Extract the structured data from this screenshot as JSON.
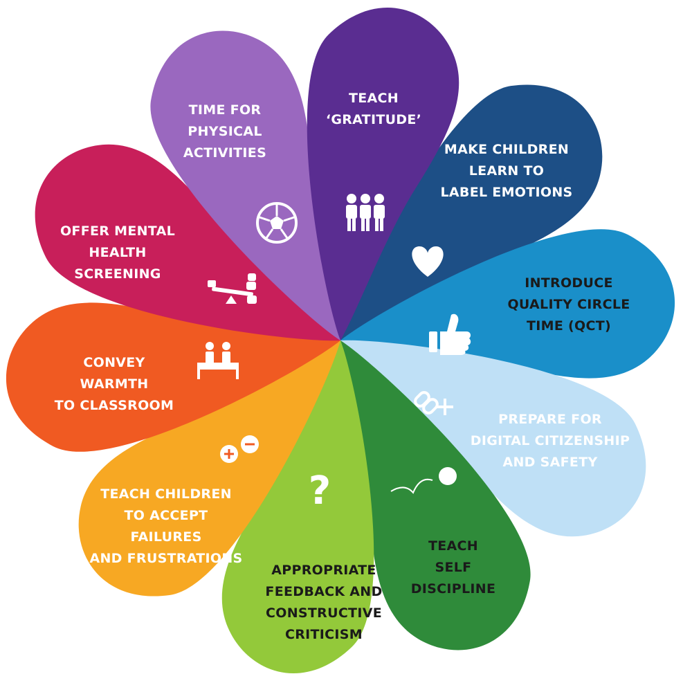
{
  "petals": [
    {
      "id": "gratitude",
      "lines": [
        "TEACH",
        "‘GRATITUDE’"
      ],
      "color": "#1d4f86",
      "text_color": "#ffffff",
      "icon": "three-people-icon"
    },
    {
      "id": "label-emotions",
      "lines": [
        "MAKE CHILDREN",
        "LEARN TO",
        "LABEL EMOTIONS"
      ],
      "color": "#1a8fc9",
      "text_color": "#ffffff",
      "icon": "heart-icon"
    },
    {
      "id": "circle-time",
      "lines": [
        "INTRODUCE",
        "QUALITY CIRCLE",
        "TIME (QCT)"
      ],
      "color": "#bfe0f6",
      "text_color": "#1a1a1a",
      "icon": "thumbs-up-icon"
    },
    {
      "id": "digital-citizenship",
      "lines": [
        "PREPARE FOR",
        "DIGITAL CITIZENSHIP",
        "AND SAFETY"
      ],
      "color": "#2f8b3a",
      "text_color": "#ffffff",
      "icon": "link-plus-icon"
    },
    {
      "id": "self-discipline",
      "lines": [
        "TEACH",
        "SELF",
        "DISCIPLINE"
      ],
      "color": "#93c93a",
      "text_color": "#1a1a1a",
      "icon": "ball-trajectory-icon"
    },
    {
      "id": "feedback",
      "lines": [
        "APPROPRIATE",
        "FEEDBACK AND",
        "CONSTRUCTIVE",
        "CRITICISM"
      ],
      "color": "#f7a823",
      "text_color": "#1a1a1a",
      "icon": "question-mark-icon"
    },
    {
      "id": "accept-failures",
      "lines": [
        "TEACH CHILDREN",
        "TO ACCEPT",
        "FAILURES",
        "AND FRUSTRATIONS"
      ],
      "color": "#f05a22",
      "text_color": "#ffffff",
      "icon": "plus-minus-icon"
    },
    {
      "id": "warmth",
      "lines": [
        "CONVEY",
        "WARMTH",
        "TO CLASSROOM"
      ],
      "color": "#c81f5a",
      "text_color": "#ffffff",
      "icon": "two-people-seated-icon"
    },
    {
      "id": "mental-health",
      "lines": [
        "OFFER MENTAL",
        "HEALTH",
        "SCREENING"
      ],
      "color": "#9a68bf",
      "text_color": "#ffffff",
      "icon": "seesaw-icon"
    },
    {
      "id": "physical-activities",
      "lines": [
        "TIME FOR",
        "PHYSICAL",
        "ACTIVITIES"
      ],
      "color": "#5a2d91",
      "text_color": "#ffffff",
      "icon": "soccer-ball-icon"
    }
  ]
}
